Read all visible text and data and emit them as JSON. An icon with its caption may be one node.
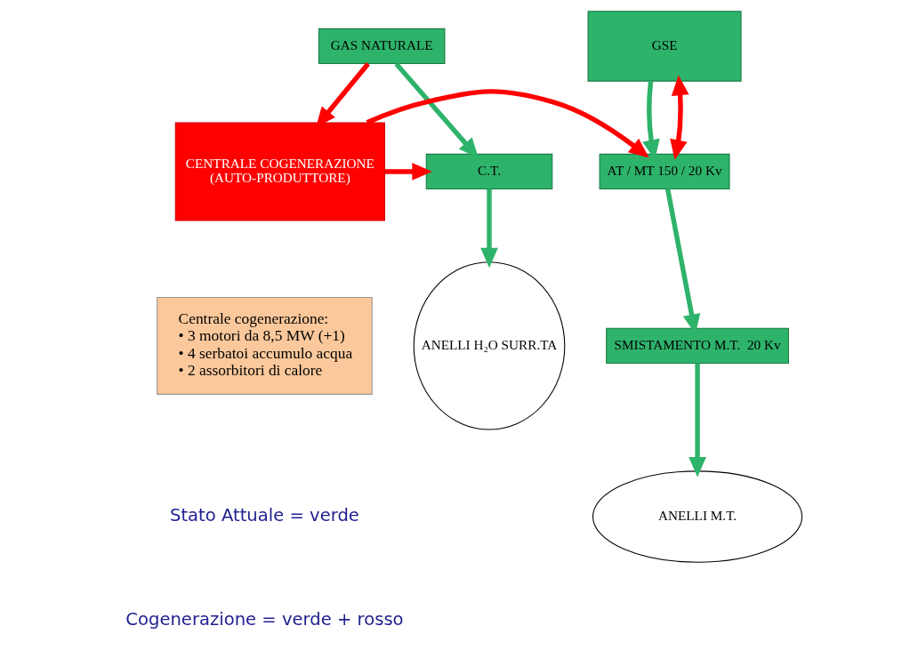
{
  "diagram": {
    "nodes": [
      {
        "text": [
          "GSE"
        ]
      },
      {
        "text": [
          "GAS NATURALE"
        ]
      },
      {
        "text": [
          "AT / MT 150 / 20 Kv"
        ]
      },
      {
        "text": [
          "CENTRALE COGENERAZIONE",
          "(AUTO-PRODUTTORE)"
        ]
      },
      {
        "text": [
          "C.T."
        ]
      },
      {
        "text": [
          "SMISTAMENTO M.T.  20 Kv"
        ]
      },
      {
        "text": [
          "Centrale cogenerazione:",
          "• 3 motori da 8,5 MW (+1)",
          "• 4 serbatoi accumulo acqua",
          "• 2 assorbitori di calore"
        ]
      },
      {
        "text": [
          "ANELLI M.T."
        ]
      },
      {
        "text": [
          "ANELLI H₂O SURR.TA"
        ]
      }
    ],
    "edges": [
      {
        "from": 0,
        "to": 2,
        "arrow": "to"
      },
      {
        "from": 0,
        "to": 2,
        "arrow": "both",
        "color": "#ff0000"
      },
      {
        "from": 1,
        "to": 3,
        "arrow": "to",
        "color": "#ff0000"
      },
      {
        "from": 1,
        "to": 4,
        "arrow": "to"
      },
      {
        "from": 3,
        "to": 2,
        "arrow": "to",
        "color": "#ff0000"
      },
      {
        "from": 3,
        "to": 4,
        "arrow": "to",
        "color": "#ff0000"
      },
      {
        "from": 2,
        "to": 5,
        "arrow": "to"
      },
      {
        "from": 4,
        "to": 8,
        "arrow": "to"
      },
      {
        "from": 5,
        "to": 7,
        "arrow": "to"
      }
    ],
    "labels": [
      "Stato Attuale = verde",
      "Cogenerazione = verde + rosso"
    ]
  }
}
